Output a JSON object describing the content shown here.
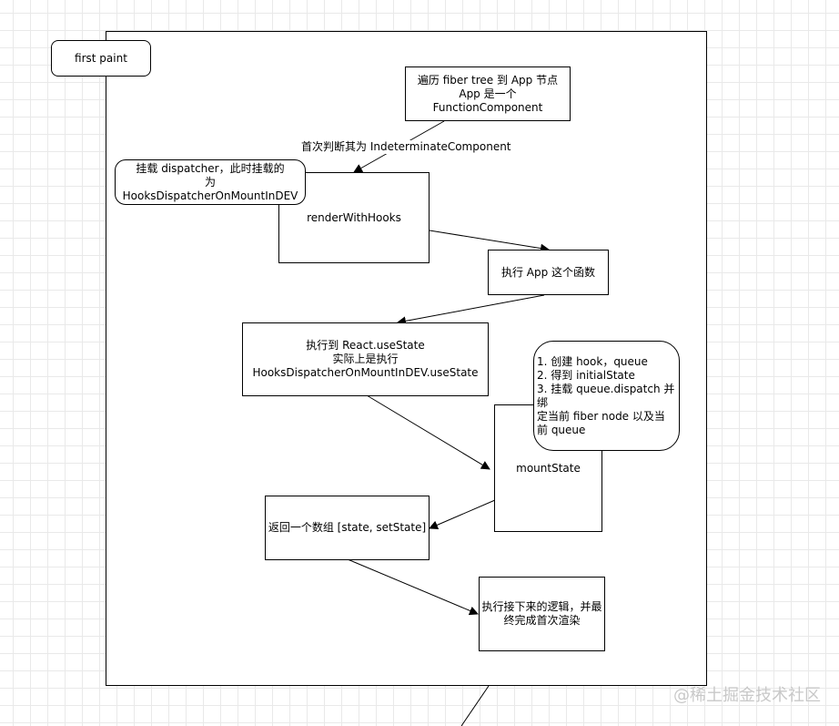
{
  "diagram": {
    "title_tag": "first paint",
    "nodes": {
      "traverse": "遍历 fiber tree 到 App 节点\nApp 是一个 FunctionComponent",
      "mount_dispatcher": "挂载 dispatcher，此时挂载的\n为 HooksDispatcherOnMountInDEV",
      "render_with_hooks": "renderWithHooks",
      "exec_app": "执行 App 这个函数",
      "use_state": "执行到 React.useState\n实际上是执行\nHooksDispatcherOnMountInDEV.useState",
      "mount_state_note": "1. 创建 hook，queue\n2. 得到 initialState\n3. 挂载 queue.dispatch 并绑\n定当前 fiber node 以及当\n前 queue",
      "mount_state": "mountState",
      "return_array": "返回一个数组 [state, setState]",
      "continue_logic": "执行接下来的逻辑，并最\n终完成首次渲染"
    },
    "edge_labels": {
      "indeterminate": "首次判断其为 IndeterminateComponent"
    }
  },
  "watermark": "@稀土掘金技术社区"
}
